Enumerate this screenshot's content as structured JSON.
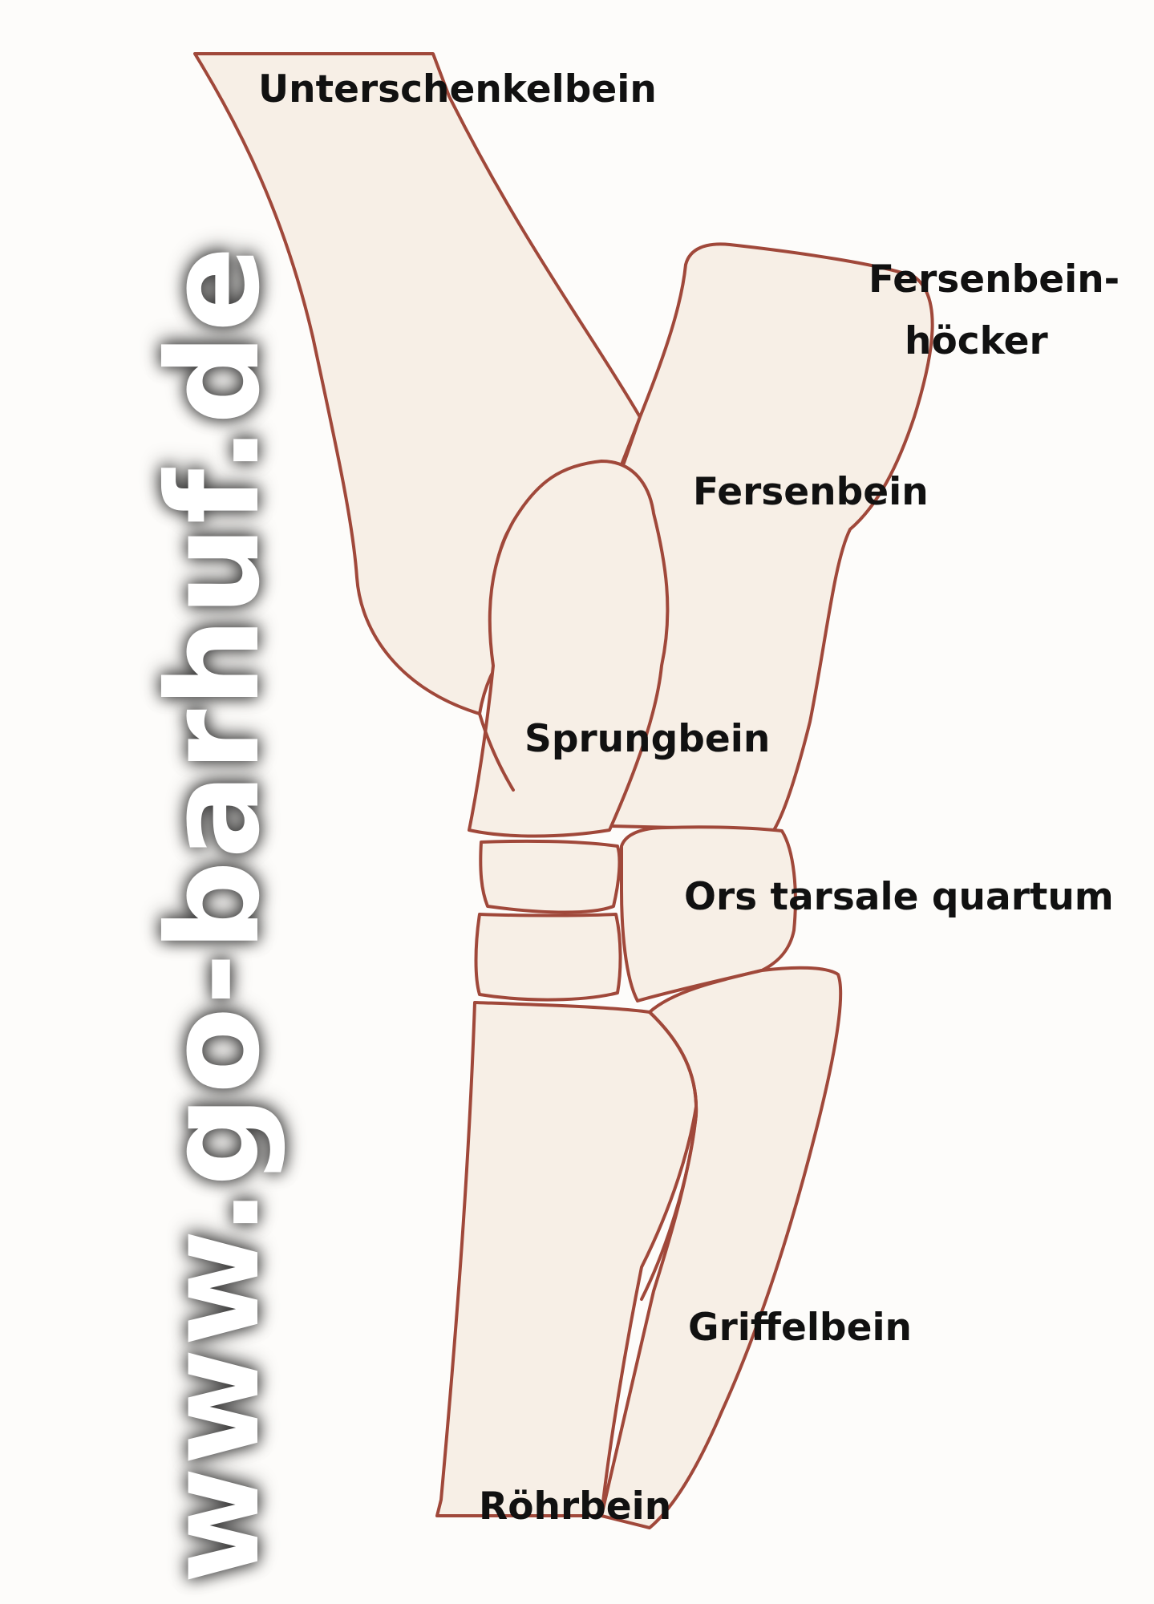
{
  "watermark": "www.go-barhuf.de",
  "labels": {
    "unterschenkelbein": "Unterschenkelbein",
    "fersenbeinhoecker_line1": "Fersenbein-",
    "fersenbeinhoecker_line2": "höcker",
    "fersenbein": "Fersenbein",
    "sprungbein": "Sprungbein",
    "ors_tarsale_quartum": "Ors tarsale quartum",
    "griffelbein": "Griffelbein",
    "roehrbein": "Röhrbein"
  },
  "colors": {
    "outline": "#a0483a",
    "label_text": "#111111",
    "watermark": "#ffffff"
  }
}
